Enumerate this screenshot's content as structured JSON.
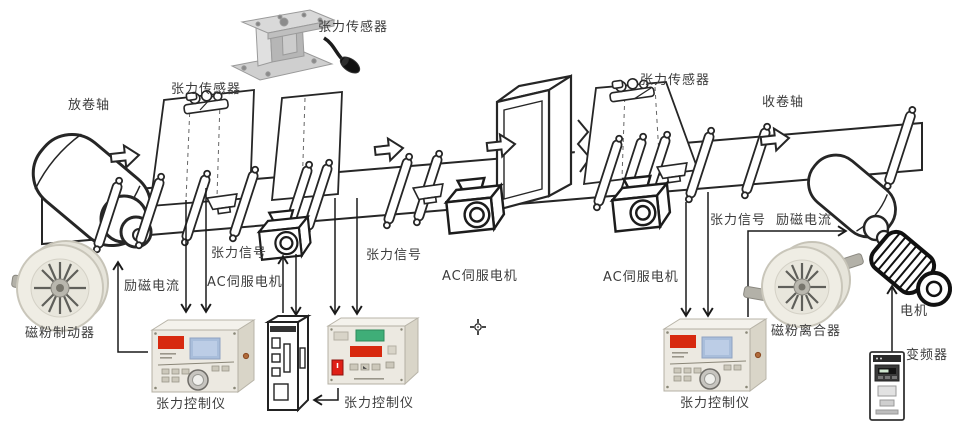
{
  "labels": {
    "tension_sensor_product": "张力传感器",
    "tension_sensor_left": "张力传感器",
    "tension_sensor_right": "张力传感器",
    "unwind_shaft": "放卷轴",
    "rewind_shaft": "收卷轴",
    "powder_brake": "磁粉制动器",
    "powder_clutch": "磁粉离合器",
    "excitation_current_left": "励磁电流",
    "excitation_current_right": "励磁电流",
    "tension_signal_1": "张力信号",
    "tension_signal_2": "张力信号",
    "tension_signal_3": "张力信号",
    "servo_motor_1": "AC伺服电机",
    "servo_motor_2": "AC伺服电机",
    "servo_motor_3": "AC伺服电机",
    "motor": "电机",
    "inverter": "变频器",
    "tension_controller_1": "张力控制仪",
    "tension_controller_2": "张力控制仪",
    "tension_controller_3": "张力控制仪"
  },
  "colors": {
    "line": "#1a1a1a",
    "controller_body": "#ece9e1",
    "display_red": "#d7290f",
    "display_blue": "#a9bedb",
    "display_green": "#3fae78",
    "switch_red": "#df1f17",
    "metal_gray": "#c9c9c9",
    "wheel_ring": "#efede4"
  }
}
